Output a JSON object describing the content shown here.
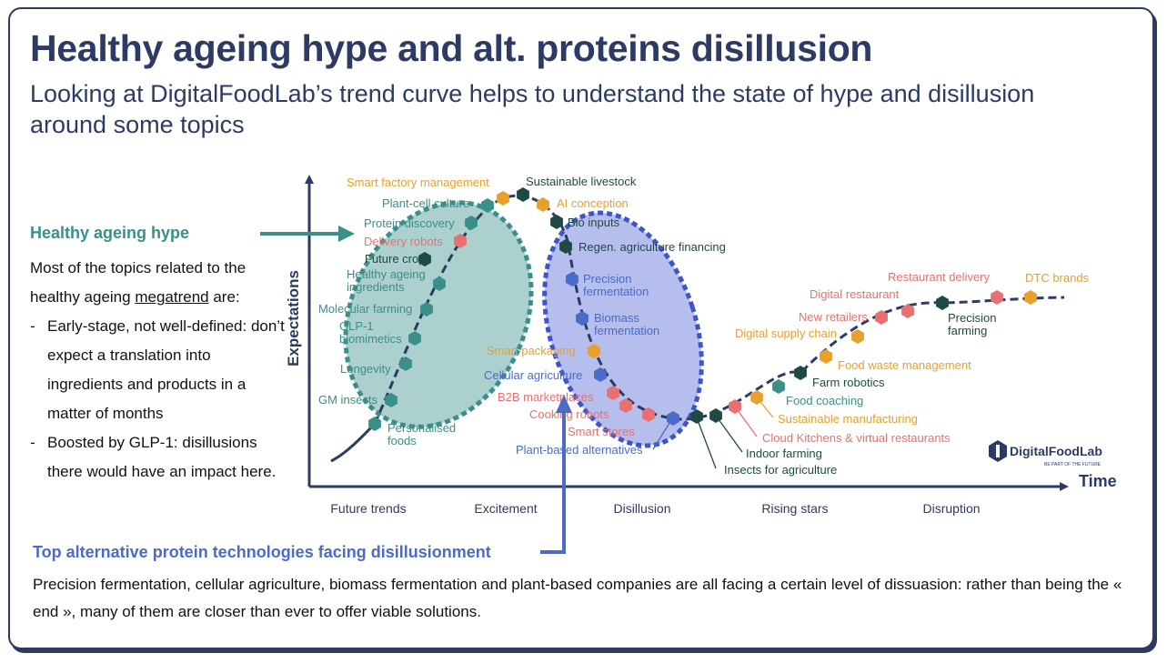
{
  "title": "Healthy ageing hype and alt. proteins disillusion",
  "subtitle": "Looking at DigitalFoodLab’s trend curve helps to understand the state of hype and disillusion around some topics",
  "left_panel": {
    "heading": "Healthy ageing hype",
    "intro_before": "Most of the topics related to the healthy ageing ",
    "intro_link": "megatrend",
    "intro_after": " are:",
    "bullets": [
      {
        "dash": "-",
        "text": "Early-stage, not well-defined: don’t expect a translation into ingredients and products in a matter of months"
      },
      {
        "dash": "-",
        "text": "Boosted by GLP-1: disillusions there would have an impact here."
      }
    ]
  },
  "bottom_panel": {
    "heading": "Top alternative protein technologies facing disillusionment",
    "text": "Precision fermentation, cellular agriculture, biomass fermentation and plant-based companies are all facing a certain level of dissuasion: rather than being the « end », many of them are closer than ever to offer viable solutions."
  },
  "chart": {
    "y_axis_label": "Expectations",
    "x_axis_label": "Time",
    "phases": [
      "Future trends",
      "Excitement",
      "Disillusion",
      "Rising stars",
      "Disruption"
    ],
    "logo_name": "DigitalFoodLab",
    "logo_tagline": "BE PART OF THE FUTURE",
    "colors": {
      "navy": "#2c3a64",
      "teal": "#3a8f8a",
      "blue": "#4a6bc8",
      "dark_green": "#1f4a44",
      "orange": "#e8a02c",
      "salmon": "#e87070",
      "rose": "#c07a78"
    },
    "trends": [
      {
        "label": "GM insects",
        "color": "teal"
      },
      {
        "label": "Personalised foods",
        "color": "teal"
      },
      {
        "label": "Longevity",
        "color": "teal"
      },
      {
        "label": "GLP-1 biomimetics",
        "color": "teal"
      },
      {
        "label": "Molecular farming",
        "color": "teal"
      },
      {
        "label": "Healthy ageing ingredients",
        "color": "teal"
      },
      {
        "label": "Future crops",
        "color": "dark_green"
      },
      {
        "label": "Delivery robots",
        "color": "salmon"
      },
      {
        "label": "Protein discovery",
        "color": "teal"
      },
      {
        "label": "Plant-cell culture",
        "color": "teal"
      },
      {
        "label": "Smart factory management",
        "color": "orange"
      },
      {
        "label": "Sustainable livestock",
        "color": "dark_green"
      },
      {
        "label": "AI conception",
        "color": "orange"
      },
      {
        "label": "Bio inputs",
        "color": "dark_green"
      },
      {
        "label": "Regen. agriculture financing",
        "color": "dark_green"
      },
      {
        "label": "Precision fermentation",
        "color": "blue"
      },
      {
        "label": "Biomass fermentation",
        "color": "blue"
      },
      {
        "label": "Smart packaging",
        "color": "orange"
      },
      {
        "label": "Cellular agriculture",
        "color": "blue"
      },
      {
        "label": "B2B marketplaces",
        "color": "salmon"
      },
      {
        "label": "Cooking robots",
        "color": "salmon"
      },
      {
        "label": "Smart stores",
        "color": "salmon"
      },
      {
        "label": "Plant-based alternatives",
        "color": "blue"
      },
      {
        "label": "Insects for agriculture",
        "color": "dark_green"
      },
      {
        "label": "Indoor farming",
        "color": "dark_green"
      },
      {
        "label": "Cloud Kitchens & virtual restaurants",
        "color": "salmon"
      },
      {
        "label": "Sustainable manufacturing",
        "color": "orange"
      },
      {
        "label": "Food coaching",
        "color": "teal"
      },
      {
        "label": "Farm robotics",
        "color": "dark_green"
      },
      {
        "label": "Food waste management",
        "color": "orange"
      },
      {
        "label": "Digital supply chain",
        "color": "orange"
      },
      {
        "label": "New retailers",
        "color": "salmon"
      },
      {
        "label": "Digital restaurant",
        "color": "salmon"
      },
      {
        "label": "Precision farming",
        "color": "dark_green"
      },
      {
        "label": "Restaurant delivery",
        "color": "salmon"
      },
      {
        "label": "DTC brands",
        "color": "orange"
      }
    ]
  }
}
